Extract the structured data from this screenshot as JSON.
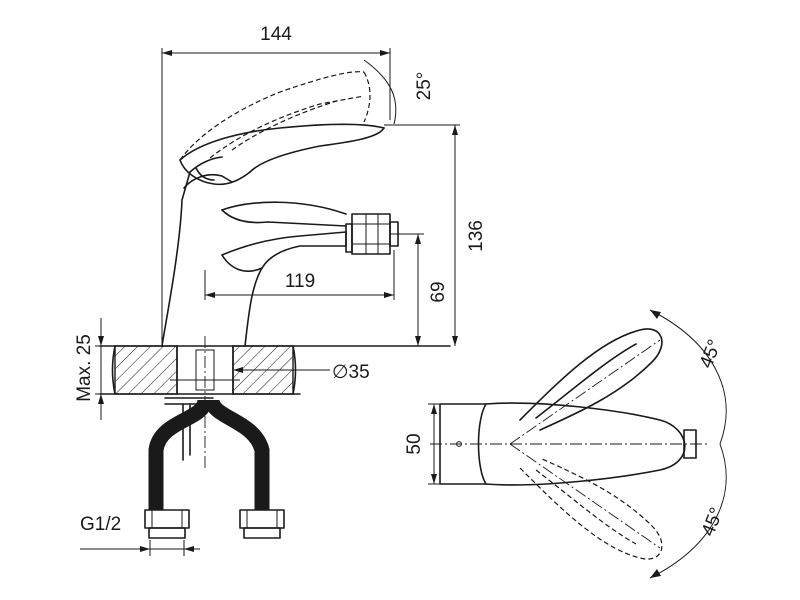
{
  "dimensions": {
    "total_length": "144",
    "lever_tilt": "25°",
    "height": "136",
    "spout_reach": "119",
    "outlet_height": "69",
    "max_thickness": "Max. 25",
    "hole_diameter": "∅35",
    "base_width": "50",
    "rotation_upper": "45°",
    "rotation_lower": "45°",
    "thread": "G1/2"
  },
  "colors": {
    "line": "#1a1a1a",
    "background": "#ffffff"
  }
}
